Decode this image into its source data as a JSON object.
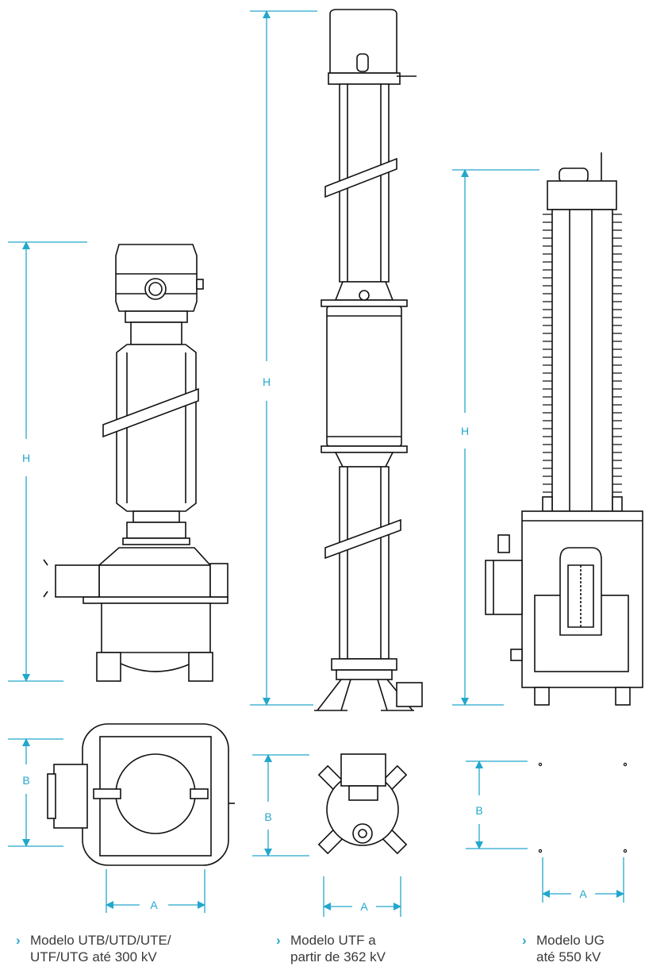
{
  "colors": {
    "dimension": "#23a7cc",
    "drawing": "#111111",
    "text": "#3a3a3a"
  },
  "dimension_labels": {
    "height": "H",
    "width": "A",
    "depth": "B"
  },
  "captions": [
    {
      "line1": "Modelo UTB/UTD/UTE/",
      "line2": "UTF/UTG até 300 kV"
    },
    {
      "line1": "Modelo UTF a",
      "line2": "partir de 362 kV"
    },
    {
      "line1": "Modelo UG",
      "line2": "até 550 kV"
    }
  ],
  "bullet_icon": "chevron-right-icon"
}
